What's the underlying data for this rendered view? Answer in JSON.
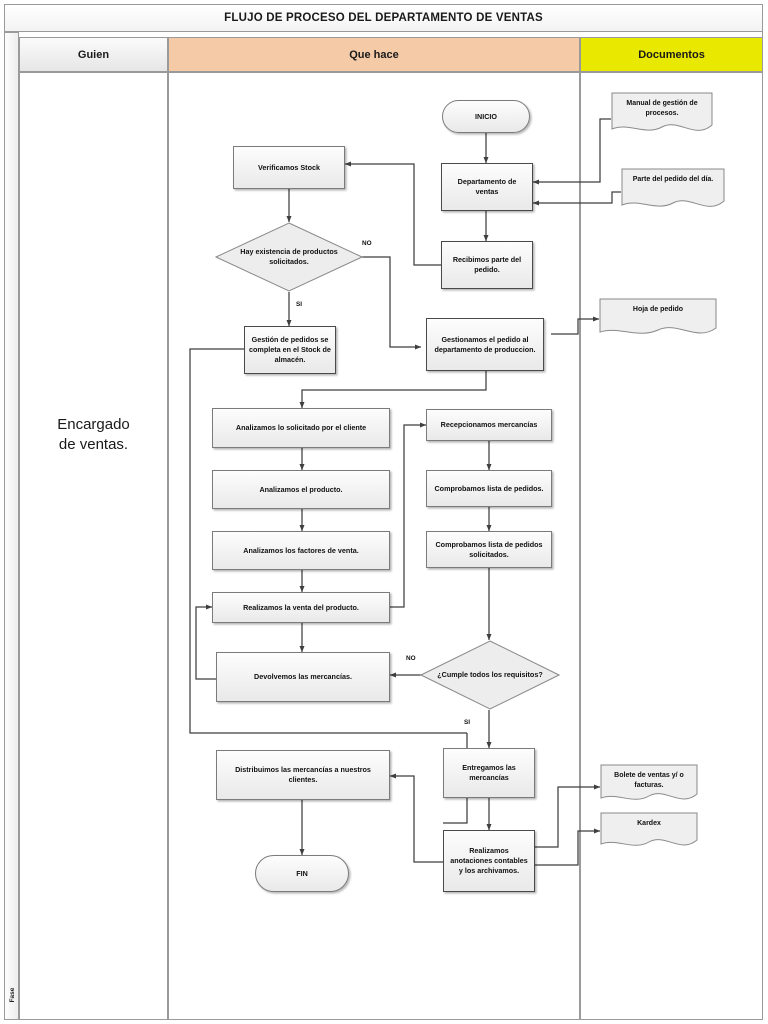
{
  "document_title": "FLUJO DE PROCESO DEL DEPARTAMENTO DE VENTAS",
  "phase_label": "Fase",
  "columns": {
    "who": {
      "header": "Guien",
      "role": "Encargado\nde ventas.",
      "role_line1": "Encargado",
      "role_line2": "de ventas."
    },
    "what": {
      "header": "Que hace"
    },
    "documents": {
      "header": "Documentos"
    }
  },
  "colors": {
    "header_who_bg": "#e6e6e6",
    "header_what_bg": "#f5cba7",
    "header_documents_bg": "#e8e800",
    "node_fill": "#e9e9e9",
    "node_border": "#7b7b7b",
    "frame_border": "#9a9a9a",
    "connector": "#3f3f3f"
  },
  "nodes": {
    "inicio": {
      "label": "INICIO",
      "type": "terminator"
    },
    "departamento_ventas": {
      "label": "Departamento de ventas",
      "type": "process"
    },
    "recibimos_parte": {
      "label": "Recibimos parte del pedido.",
      "type": "process"
    },
    "verificamos_stock": {
      "label": "Verificamos Stock",
      "type": "process"
    },
    "hay_existencia": {
      "label": "Hay existencia de productos solicitados.",
      "type": "decision"
    },
    "gestion_pedidos": {
      "label": "Gestión de pedidos se completa en el Stock de almacén.",
      "type": "process"
    },
    "gestionamos_pedido": {
      "label": "Gestionamos el pedido al departamento de produccion.",
      "type": "process"
    },
    "analizamos_solicitado": {
      "label": "Analizamos lo solicitado por el cliente",
      "type": "process"
    },
    "analizamos_producto": {
      "label": "Analizamos el producto.",
      "type": "process"
    },
    "analizamos_factores": {
      "label": "Analizamos los factores de venta.",
      "type": "process"
    },
    "realizamos_venta": {
      "label": "Realizamos la venta del producto.",
      "type": "process"
    },
    "devolvemos_mercancias": {
      "label": "Devolvemos las mercancías.",
      "type": "process"
    },
    "recepcionamos": {
      "label": "Recepcionamos mercancías",
      "type": "process"
    },
    "comprobamos_lista": {
      "label": "Comprobamos lista de pedidos.",
      "type": "process"
    },
    "comprobamos_lista_sol": {
      "label": "Comprobamos lista de pedidos solicitados.",
      "type": "process"
    },
    "cumple_requisitos": {
      "label": "¿Cumple todos los requisitos?",
      "type": "decision"
    },
    "entregamos": {
      "label": "Entregamos las mercancías",
      "type": "process"
    },
    "distribuimos": {
      "label": "Distribuimos las mercancías a nuestros clientes.",
      "type": "process"
    },
    "realizamos_anotaciones": {
      "label": "Realizamos anotaciones contables y los archivamos.",
      "type": "process"
    },
    "fin": {
      "label": "FIN",
      "type": "terminator"
    }
  },
  "documents": {
    "manual_gestion": {
      "label": "Manual de gestión de procesos."
    },
    "parte_pedido": {
      "label": "Parte del pedido del día."
    },
    "hoja_pedido": {
      "label": "Hoja de pedido"
    },
    "boleta_ventas": {
      "label": "Bolete de ventas y/ o facturas."
    },
    "kardex": {
      "label": "Kardex"
    }
  },
  "edge_labels": {
    "no_existencia": "NO",
    "si_existencia": "SI",
    "no_requisitos": "NO",
    "si_requisitos": "SI"
  }
}
